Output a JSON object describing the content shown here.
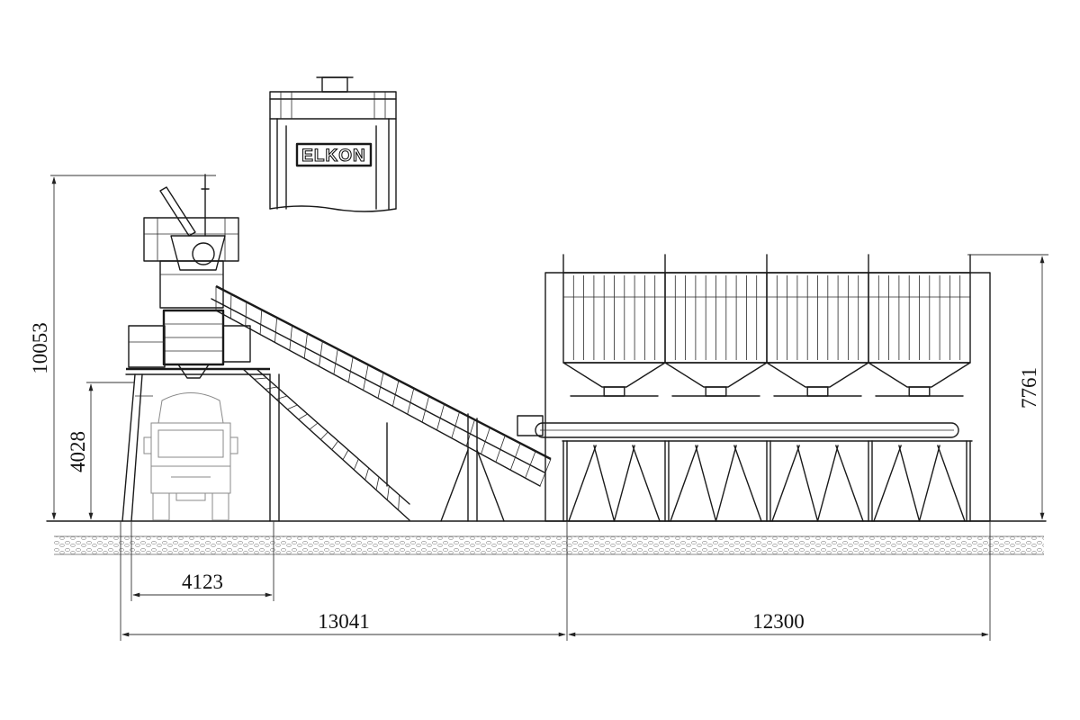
{
  "drawing": {
    "brand_logo": "ELKON",
    "dimensions": {
      "total_height": "10053",
      "truck_clearance_height": "4028",
      "silo_section_height": "7761",
      "truck_passage_width": "4123",
      "mixer_section_length": "13041",
      "aggregate_section_length": "12300"
    },
    "aggregate_bins": 4
  }
}
